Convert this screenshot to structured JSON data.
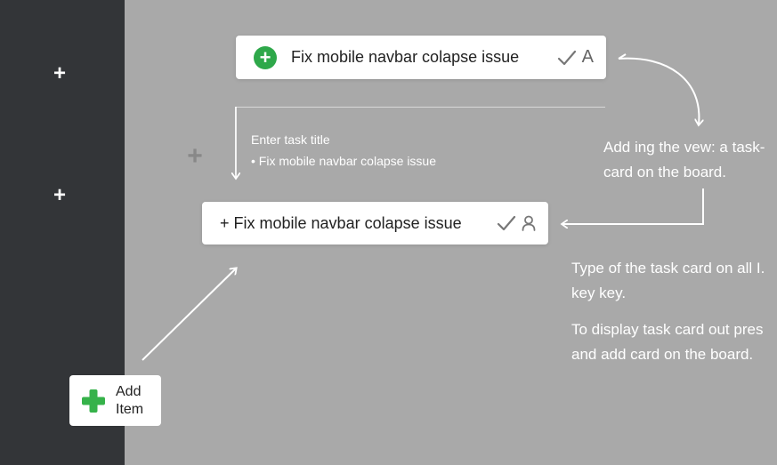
{
  "sidebar": {
    "items": [
      {
        "icon": "plus-icon"
      },
      {
        "icon": "plus-icon"
      }
    ]
  },
  "cards": {
    "top": {
      "title": "Fix mobile navbar colapse issue",
      "initial": "A",
      "icon": "check-icon"
    },
    "bottom": {
      "title": "+ Fix mobile navbar colapse issue",
      "icon": "check-icon",
      "avatar_icon": "person-icon"
    }
  },
  "composer": {
    "label": "Enter task title",
    "value": "• Fix mobile navbar colapse issue",
    "icon": "plus-icon"
  },
  "annotations": {
    "note_1": "Add ing the vew: a task-card on the board.",
    "note_2": "Type of the task card on all I. key key.",
    "note_3": "To display task card out pres and add card on the board."
  },
  "add_item": {
    "label": "Add Item",
    "icon": "plus-icon"
  },
  "colors": {
    "sidebar": "#333538",
    "background": "#a9a9a9",
    "accent_green": "#2ea84a"
  }
}
